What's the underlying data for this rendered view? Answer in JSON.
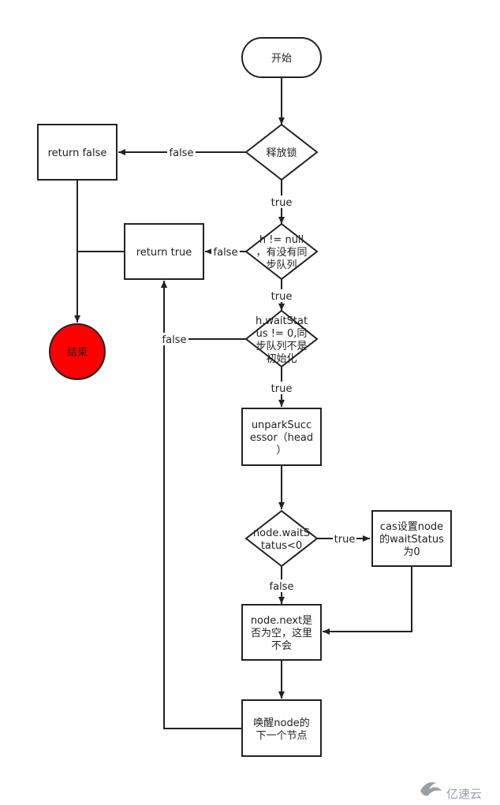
{
  "nodes": {
    "start": {
      "lines": [
        "开始"
      ]
    },
    "release_lock": {
      "lines": [
        "释放锁"
      ]
    },
    "return_false": {
      "lines": [
        "return false"
      ]
    },
    "check_head": {
      "lines": [
        "h != null",
        "，有没有同",
        "步队列"
      ]
    },
    "return_true": {
      "lines": [
        "return true"
      ]
    },
    "end": {
      "lines": [
        "结束"
      ]
    },
    "check_waitstatus": {
      "lines": [
        "h.waitStat",
        "us != 0,同",
        "步队列不是",
        "初始化"
      ]
    },
    "unpark": {
      "lines": [
        "unparkSucc",
        "essor（head",
        "）"
      ]
    },
    "node_waitstatus": {
      "lines": [
        "node.waitS",
        "tatus<0"
      ]
    },
    "cas_set": {
      "lines": [
        "cas设置node",
        "的waitStatus",
        "为0"
      ]
    },
    "next_null": {
      "lines": [
        "node.next是",
        "否为空，这里",
        "不会"
      ]
    },
    "wake_next": {
      "lines": [
        "唤醒node的",
        "下一个节点"
      ]
    }
  },
  "edge_labels": {
    "release_false": "false",
    "release_true": "true",
    "head_false": "false",
    "head_true": "true",
    "waitstatus_false": "false",
    "waitstatus_true": "true",
    "node_ws_true": "true",
    "node_ws_false": "false"
  },
  "watermark": {
    "text": "亿速云"
  },
  "colors": {
    "end_fill": "#ff0000",
    "stroke": "#222222"
  }
}
